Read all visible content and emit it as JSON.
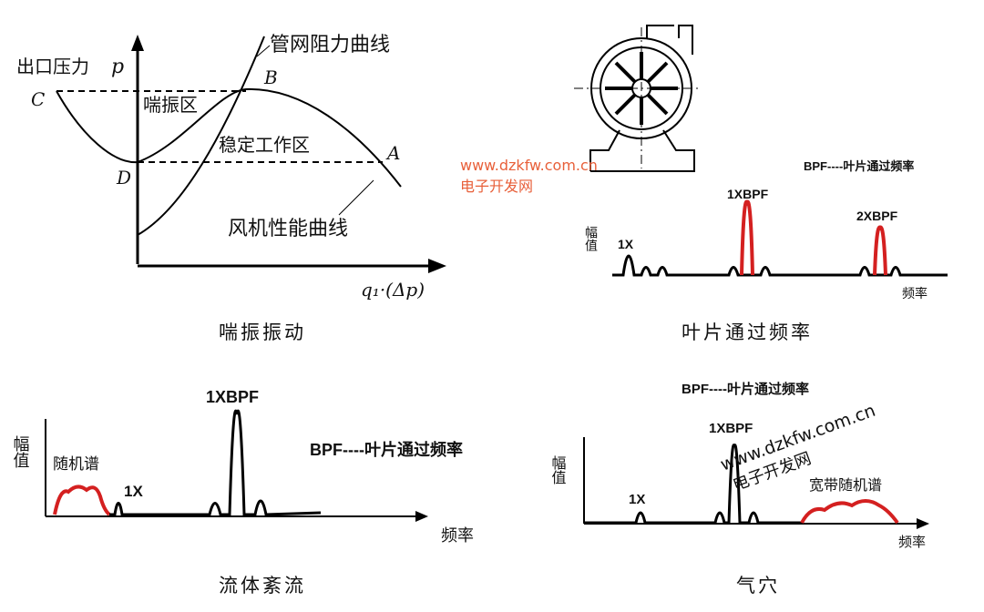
{
  "surge": {
    "y_axis": "出口压力",
    "y_var": "p",
    "pipe_curve": "管网阻力曲线",
    "point_b": "B",
    "point_c": "C",
    "point_a": "A",
    "point_d": "D",
    "surge_zone": "喘振区",
    "stable_zone": "稳定工作区",
    "fan_curve": "风机性能曲线",
    "x_axis": "q₁·(Δp)",
    "caption": "喘振振动"
  },
  "bpf": {
    "legend": "BPF----叶片通过频率",
    "peak1": "1XBPF",
    "peak2": "2XBPF",
    "y_axis": "幅值",
    "x1": "1X",
    "x_axis": "频率",
    "caption": "叶片通过频率"
  },
  "turbulence": {
    "peak": "1XBPF",
    "y_axis": "幅值",
    "random": "随机谱",
    "x1": "1X",
    "legend": "BPF----叶片通过频率",
    "x_axis": "频率",
    "caption": "流体紊流"
  },
  "cavitation": {
    "legend": "BPF----叶片通过频率",
    "peak": "1XBPF",
    "y_axis": "幅值",
    "x1": "1X",
    "random": "宽带随机谱",
    "x_axis": "频率",
    "caption": "气穴"
  },
  "watermark": {
    "url": "www.dzkfw.com.cn",
    "name": "电子开发网"
  },
  "colors": {
    "highlight": "#d42020",
    "watermark": "#e8603a"
  }
}
